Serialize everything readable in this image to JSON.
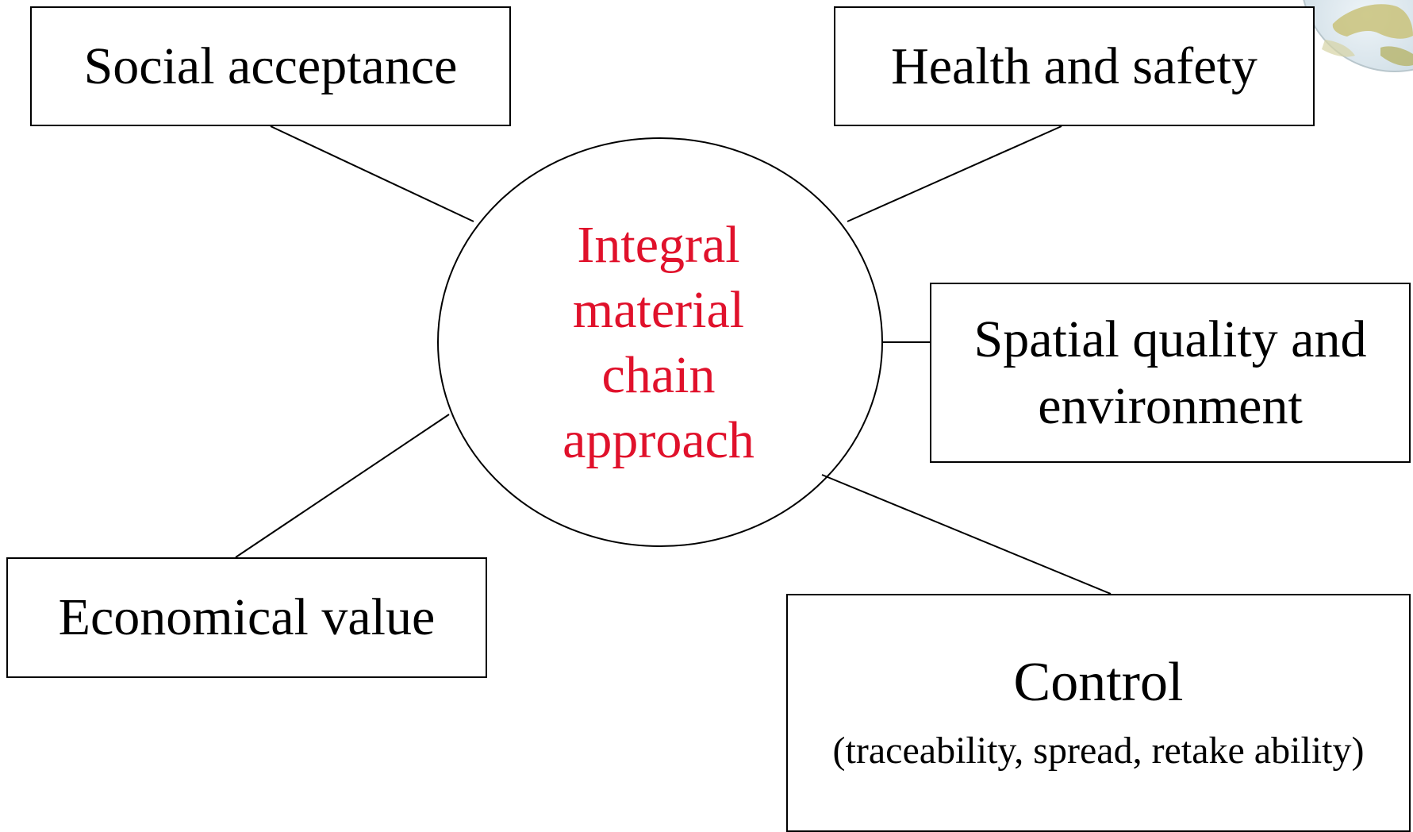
{
  "diagram": {
    "center": {
      "lines": [
        "Integral",
        "material",
        "chain",
        "approach"
      ],
      "color": "#e0112b"
    },
    "nodes": {
      "social": "Social acceptance",
      "health": "Health and safety",
      "spatial": [
        "Spatial quality and",
        "environment"
      ],
      "economic": "Economical value",
      "control": {
        "title": "Control",
        "subtitle": "(traceability, spread, retake ability)"
      }
    }
  },
  "decoration": {
    "globe_icon": "globe-icon"
  }
}
